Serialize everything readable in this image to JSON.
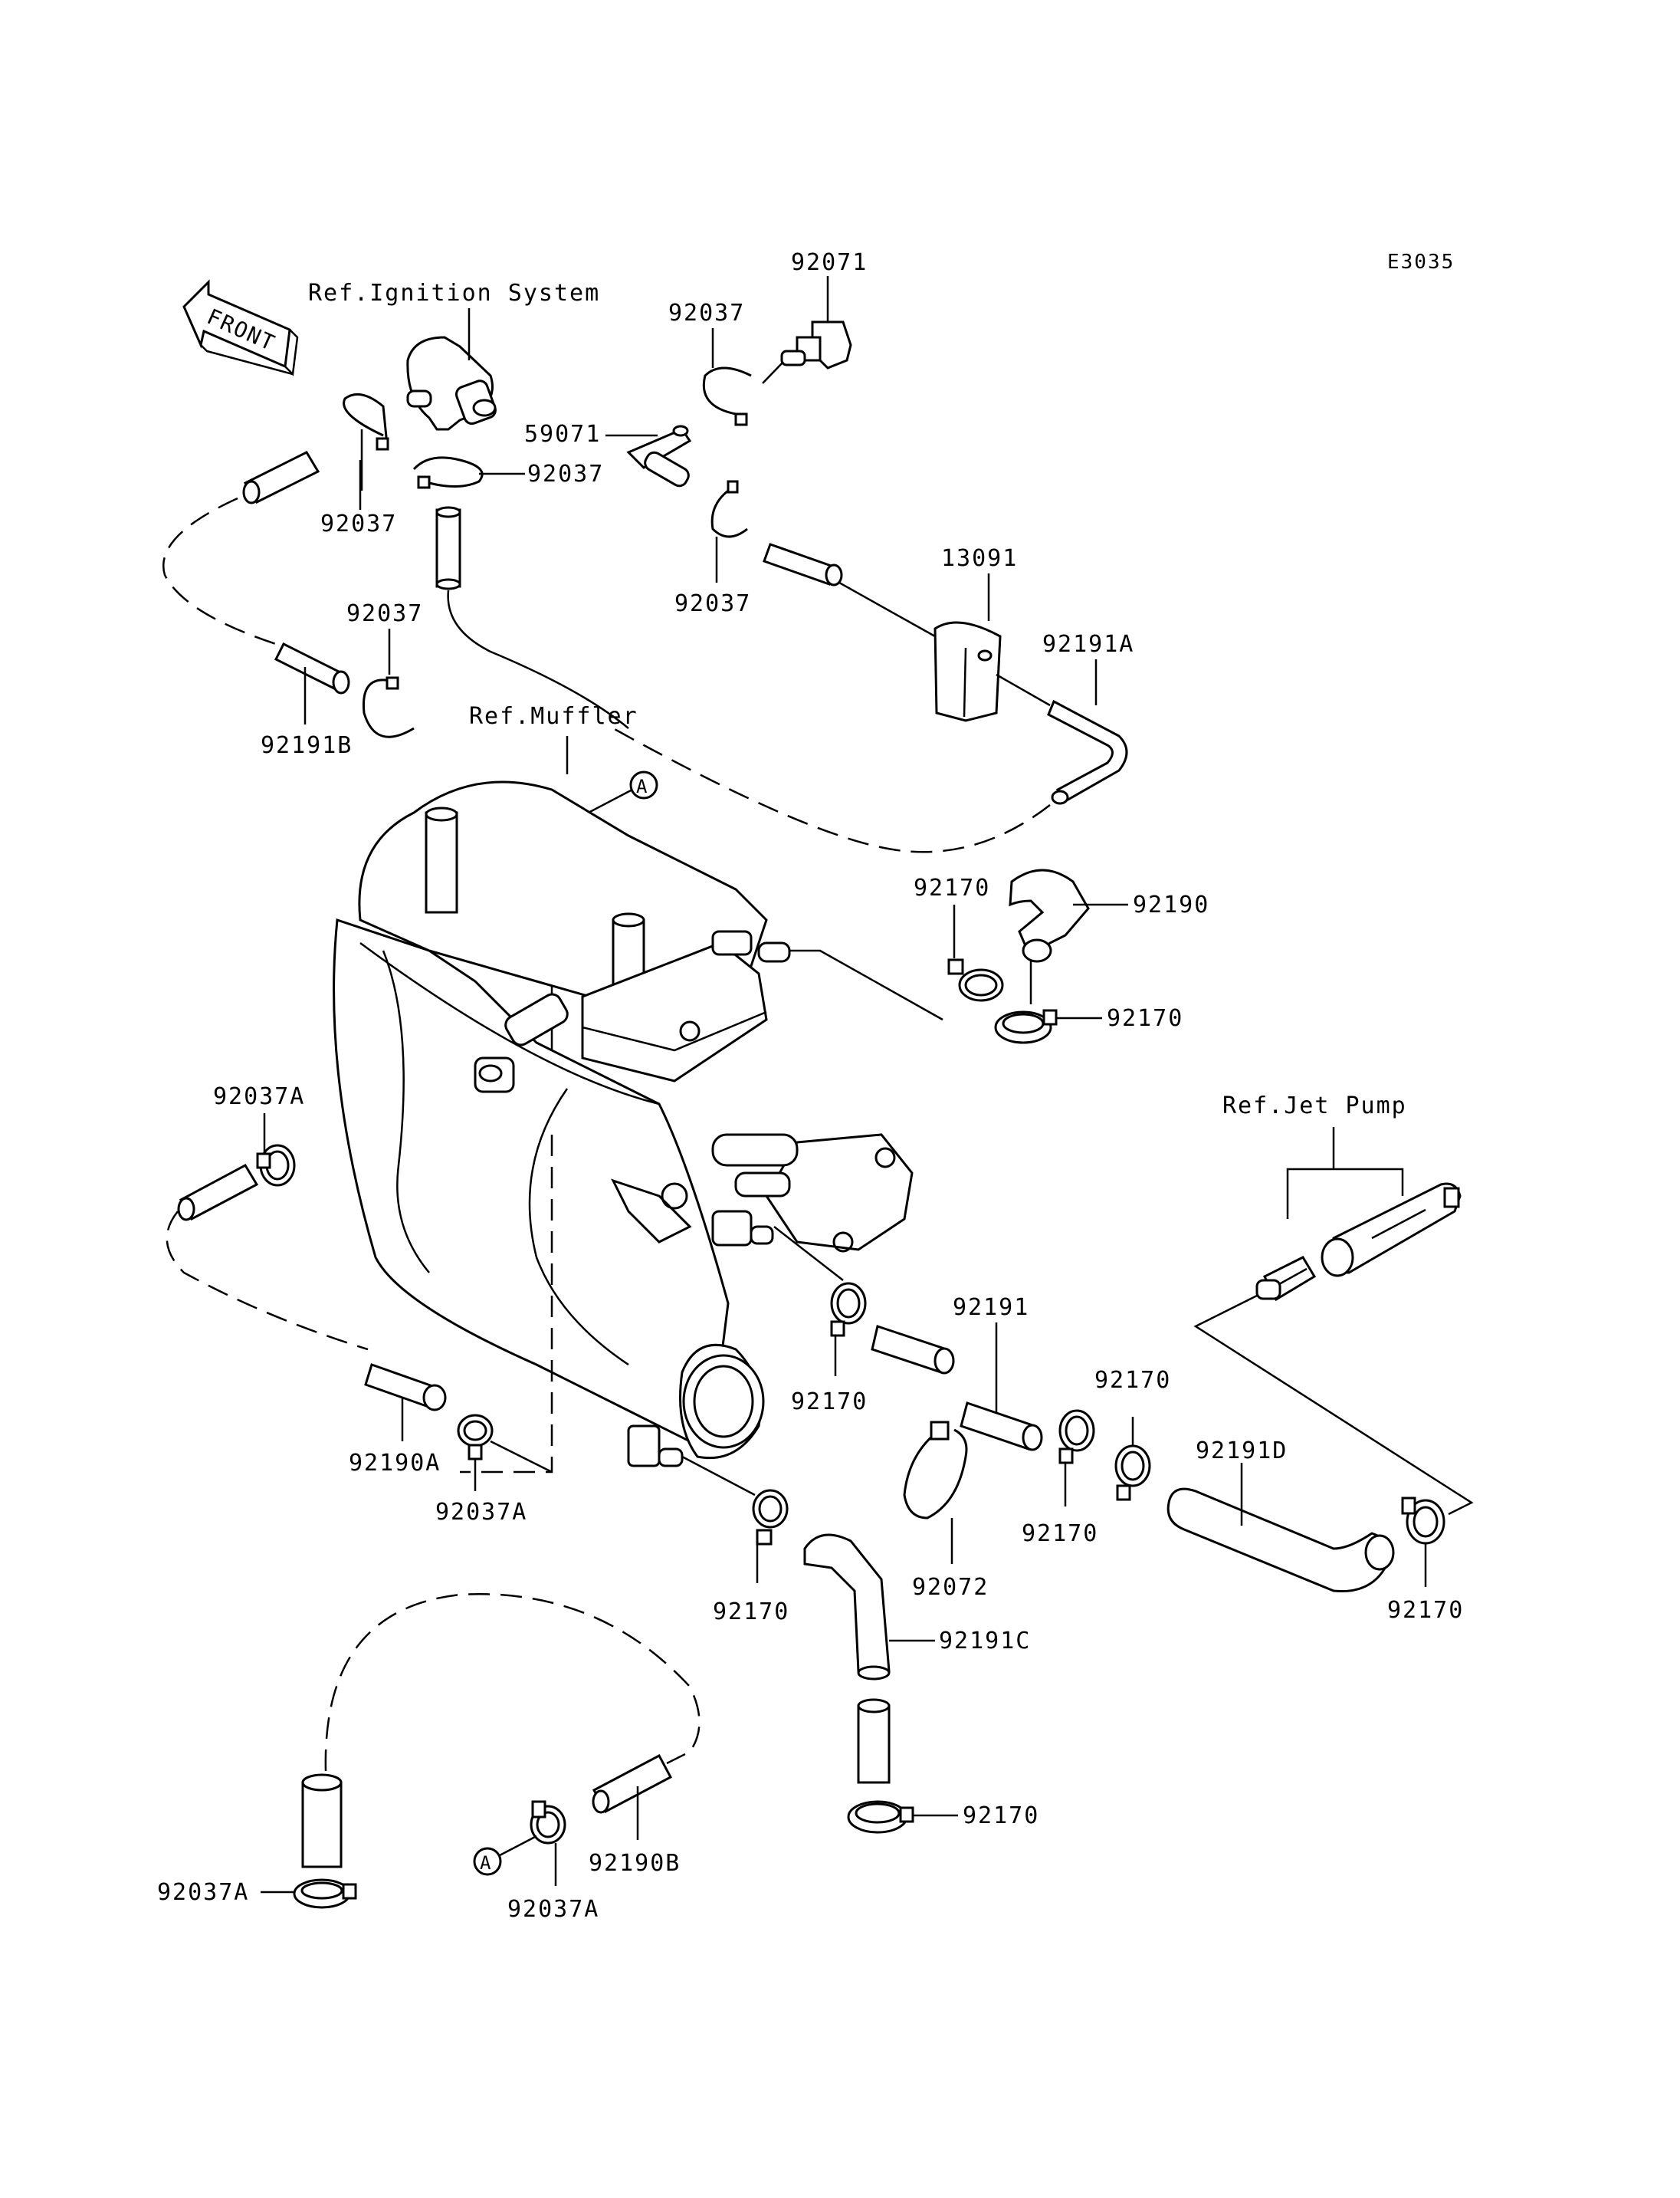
{
  "diagram_code": "E3035",
  "front_label": "FRONT",
  "refs": {
    "ignition": "Ref.Ignition System",
    "muffler": "Ref.Muffler",
    "jet_pump": "Ref.Jet Pump"
  },
  "callout_marker": "A",
  "parts": {
    "p92071": "92071",
    "p92037_a": "92037",
    "p59071": "59071",
    "p92037_b": "92037",
    "p92037_c": "92037",
    "p92037_d": "92037",
    "p92037_e": "92037",
    "p13091": "13091",
    "p92191A": "92191A",
    "p92191B": "92191B",
    "p92170_a": "92170",
    "p92190": "92190",
    "p92170_b": "92170",
    "p92037A_a": "92037A",
    "p92191": "92191",
    "p92170_c": "92170",
    "p92170_d": "92170",
    "p92191D": "92191D",
    "p92190A": "92190A",
    "p92037A_b": "92037A",
    "p92072": "92072",
    "p92170_e": "92170",
    "p92170_f": "92170",
    "p92170_g": "92170",
    "p92191C": "92191C",
    "p92170_h": "92170",
    "p92190B": "92190B",
    "p92037A_c": "92037A",
    "p92037A_d": "92037A"
  }
}
